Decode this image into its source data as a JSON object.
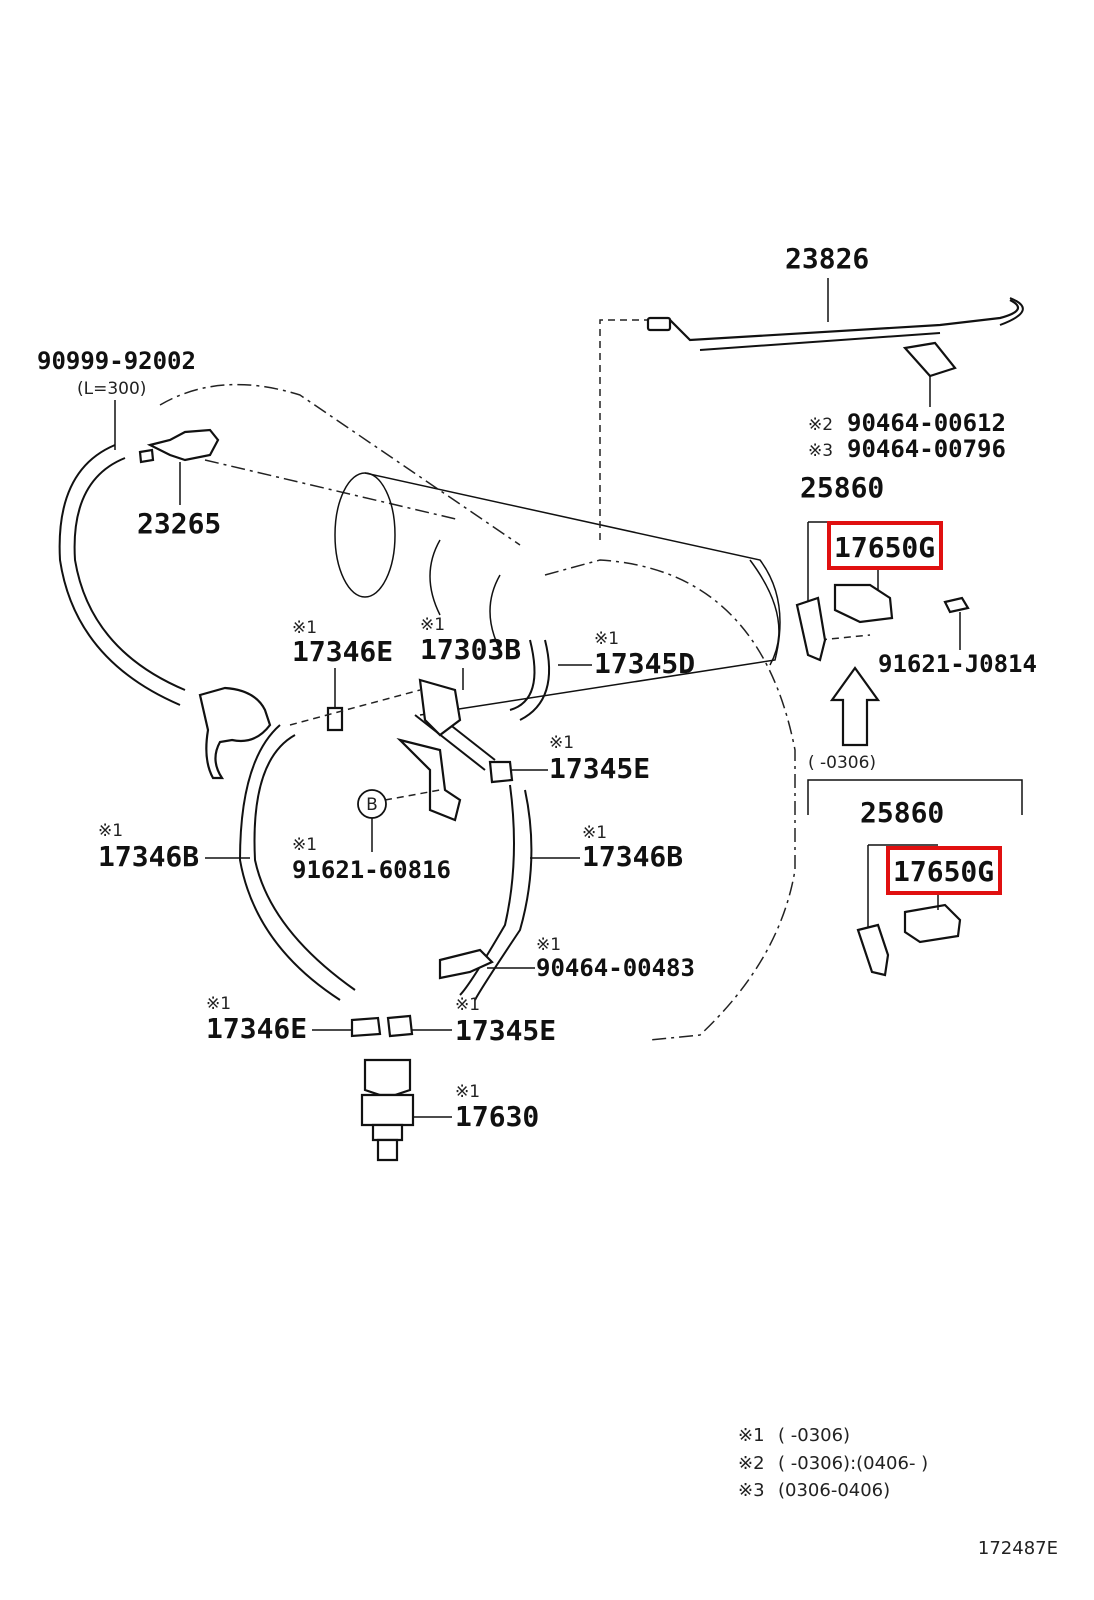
{
  "labels": {
    "p23826": "23826",
    "p90999": "90999-92002",
    "p90999_len": "(L=300)",
    "p23265": "23265",
    "m_90464_a": "※2",
    "p90464_a": "90464-00612",
    "m_90464_b": "※3",
    "p90464_b": "90464-00796",
    "p25860_top": "25860",
    "p17650_top": "17650G",
    "p91621_j": "91621-J0814",
    "m_17346e_top": "※1",
    "p17346e_top": "17346E",
    "m_17303b": "※1",
    "p17303b": "17303B",
    "m_17345d": "※1",
    "p17345d": "17345D",
    "m_17345e_mid": "※1",
    "p17345e_mid": "17345E",
    "variant_range": "(      -0306)",
    "p25860_bot": "25860",
    "p17650_bot": "17650G",
    "m_17346b_left": "※1",
    "p17346b_left": "17346B",
    "callout_b": "B",
    "m_91621_608": "※1",
    "p91621_608": "91621-60816",
    "m_17346b_right": "※1",
    "p17346b_right": "17346B",
    "m_90464_483": "※1",
    "p90464_483": "90464-00483",
    "m_17346e_bot": "※1",
    "p17346e_bot": "17346E",
    "m_17345e_bot": "※1",
    "p17345e_bot": "17345E",
    "m_17630": "※1",
    "p17630": "17630"
  },
  "footnotes": [
    {
      "mark": "※1",
      "range": "(       -0306)"
    },
    {
      "mark": "※2",
      "range": "(       -0306):(0406-       )"
    },
    {
      "mark": "※3",
      "range": "(0306-0406)"
    }
  ],
  "illustration_id": "172487E",
  "highlight_color": "#e01010"
}
